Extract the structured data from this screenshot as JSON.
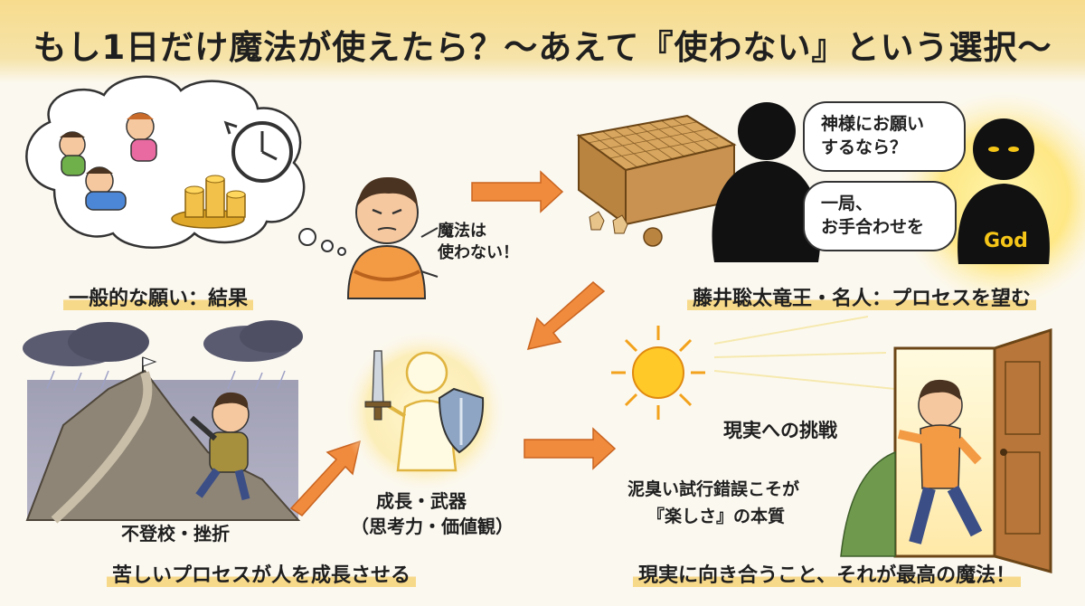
{
  "title": "もし1日だけ魔法が使えたら？〜あえて『使わない』という選択〜",
  "panels": {
    "wish": {
      "caption": "一般的な願い：結果",
      "speech": "魔法は\n使わない！"
    },
    "fujii": {
      "caption": "藤井聡太竜王・名人：プロセスを望む",
      "bubble1": "神様にお願い\nするなら？",
      "bubble2": "一局、\nお手合わせを",
      "god_label": "God"
    },
    "struggle": {
      "caption1": "不登校・挫折",
      "caption2": "苦しいプロセスが人を成長させる"
    },
    "growth": {
      "line1": "成長・武器",
      "line2": "（思考力・価値観）"
    },
    "reality": {
      "heading": "現実への挑戦",
      "text1": "泥臭い試行錯誤こそが",
      "text2": "『楽しさ』の本質",
      "caption": "現実に向き合うこと、それが最高の魔法！"
    }
  },
  "colors": {
    "accent_orange": "#f08a3c",
    "highlight": "#f7d98a",
    "god_glow": "#f5c518"
  }
}
